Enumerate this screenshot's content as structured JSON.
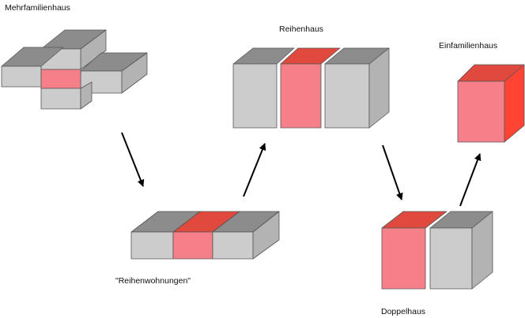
{
  "labels": {
    "mehrfamilienhaus": "Mehrfamilienhaus",
    "reihenhaus": "Reihenhaus",
    "einfamilienhaus": "Einfamilienhaus",
    "reihenwohnungen": "\"Reihenwohnungen\"",
    "doppelhaus": "Doppelhaus"
  },
  "colors": {
    "top_gray": "#8c8c8c",
    "front_gray": "#cccccc",
    "side_gray": "#b3b3b3",
    "top_red": "#e04a3e",
    "front_pink": "#f5808a",
    "side_red": "#ff4434",
    "outline": "#444444",
    "arrow": "#000000"
  }
}
